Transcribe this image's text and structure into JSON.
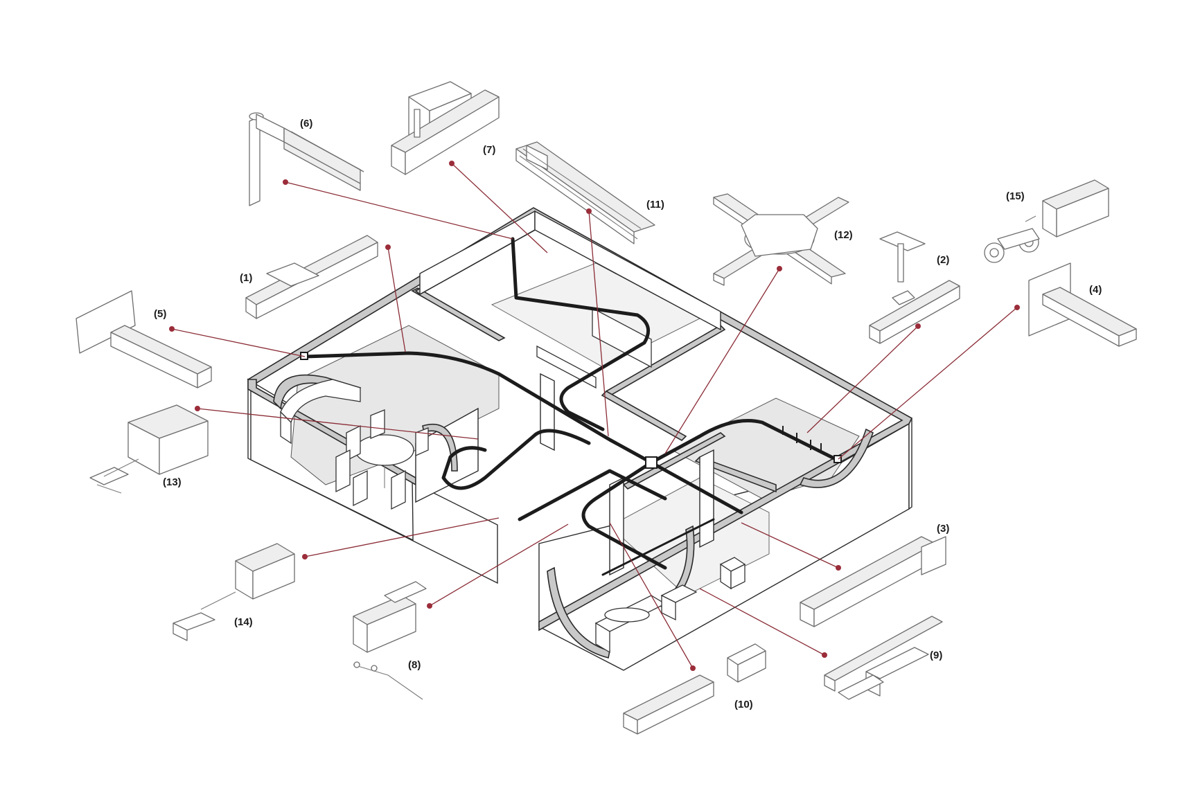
{
  "labels": {
    "l1": "(1)",
    "l2": "(2)",
    "l3": "(3)",
    "l4": "(4)",
    "l5": "(5)",
    "l6": "(6)",
    "l7": "(7)",
    "l8": "(8)",
    "l9": "(9)",
    "l10": "(10)",
    "l11": "(11)",
    "l12": "(12)",
    "l13": "(13)",
    "l14": "(14)",
    "l15": "(15)"
  },
  "colors": {
    "leader_line": "#8a2b35",
    "leader_dot": "#9b2d3a",
    "wall_top": "#c9c9c9",
    "track": "#1c1c1c"
  }
}
